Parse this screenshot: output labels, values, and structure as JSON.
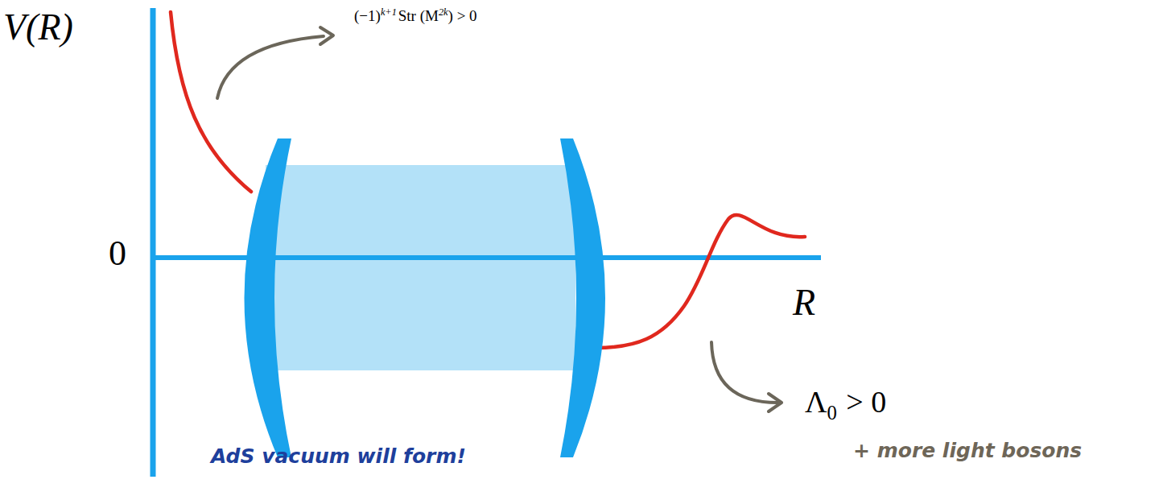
{
  "diagram": {
    "labels": [
      "V(R)",
      "0",
      "R",
      "(−1)",
      "k+1",
      "Str",
      "(M",
      "2k",
      ") > 0",
      "AdS vacuum will form!",
      "Λ",
      "0",
      "> 0",
      "+ more light bosons"
    ]
  }
}
